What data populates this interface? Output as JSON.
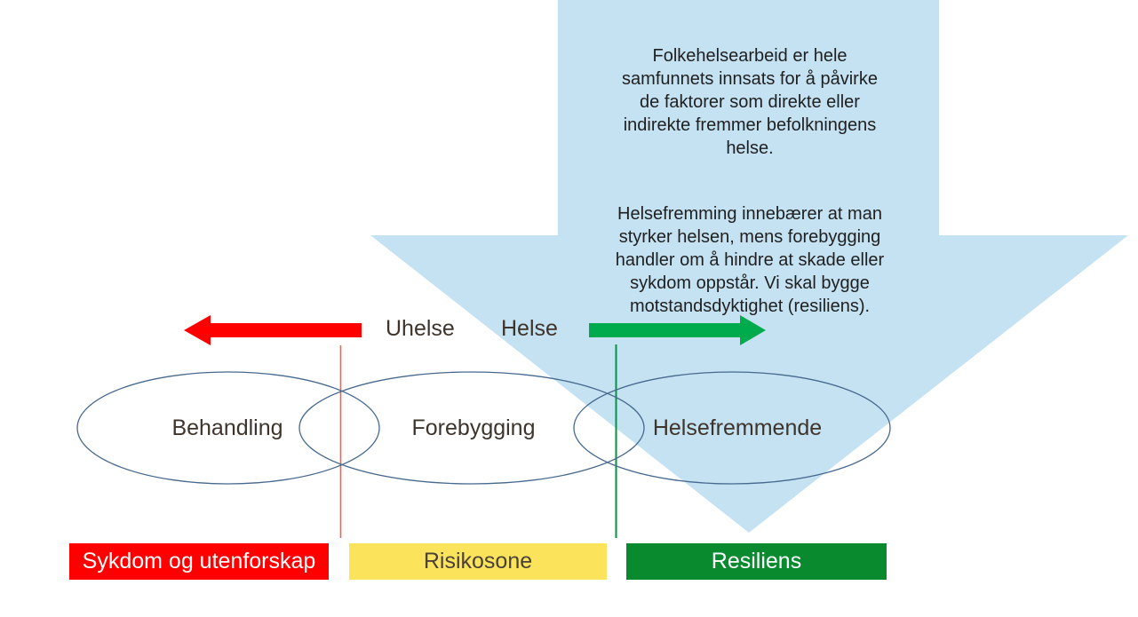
{
  "colors": {
    "light_blue": "#C4E2F2",
    "red_arrow": "#FE0000",
    "green_arrow": "#00AB4E",
    "red_line": "#F4604F",
    "green_line": "#009640",
    "ellipse_stroke": "#46698E",
    "paragraph_text": "#1F1F1F",
    "label_text": "#3E342B"
  },
  "callout": {
    "paragraph1": "Folkehelsearbeid er hele\nsamfunnets innsats for å påvirke\nde faktorer som direkte eller\nindirekte fremmer befolkningens\nhelse.",
    "paragraph2": "Helsefremming innebærer at man\nstyrker helsen, mens forebygging\nhandler om å hindre at skade eller\nsykdom oppstår. Vi skal bygge\nmotstandsdyktighet (resiliens)."
  },
  "axis": {
    "left_label": "Uhelse",
    "right_label": "Helse"
  },
  "ellipses": [
    {
      "label": "Behandling"
    },
    {
      "label": "Forebygging"
    },
    {
      "label": "Helsefremmende"
    }
  ],
  "zones": [
    {
      "label": "Sykdom og utenforskap",
      "color": "#FE0000",
      "text_color": "#FFFFFF"
    },
    {
      "label": "Risikosone",
      "color": "#FBE35C",
      "text_color": "#4A4239"
    },
    {
      "label": "Resiliens",
      "color": "#0A8A2F",
      "text_color": "#FFFFFF"
    }
  ]
}
